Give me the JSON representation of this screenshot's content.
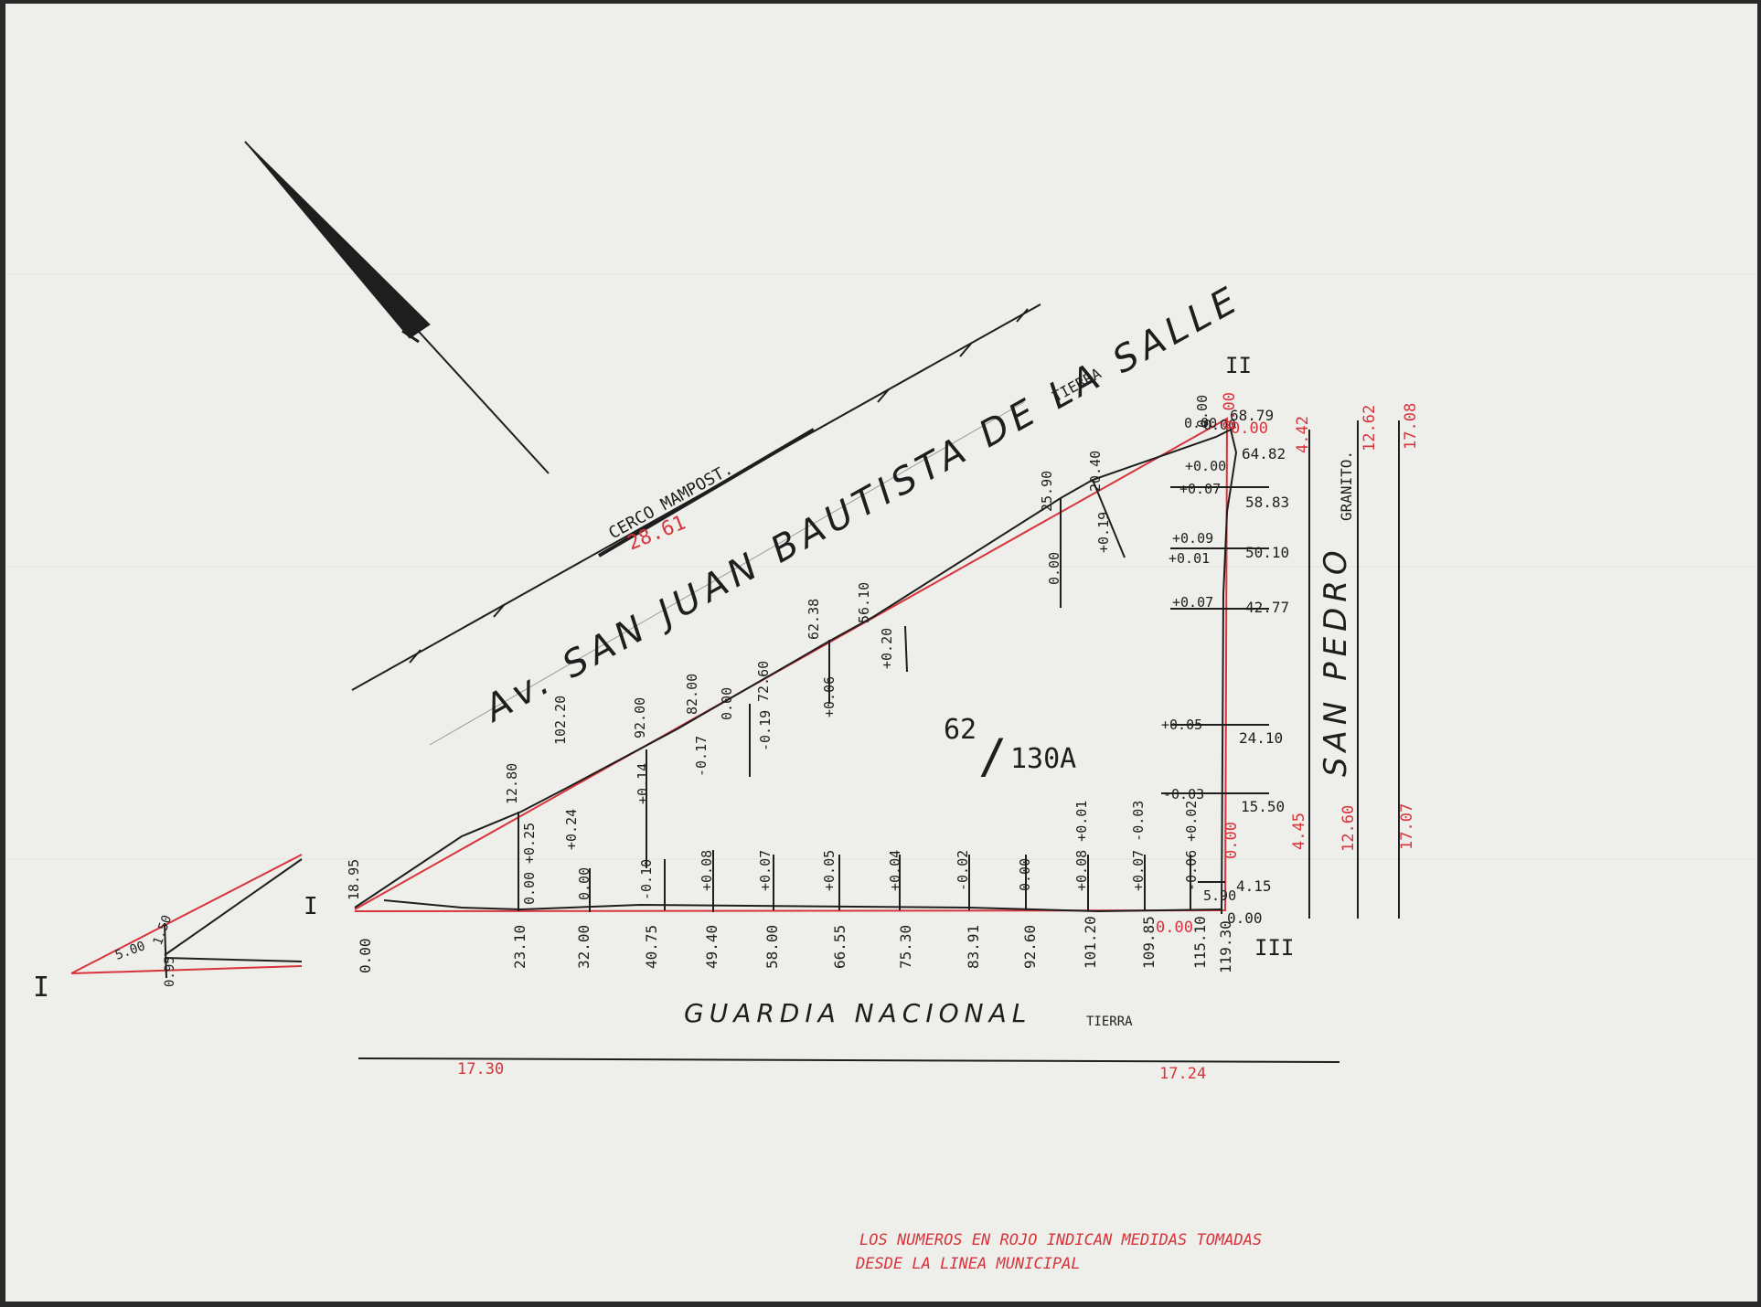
{
  "colors": {
    "paper": "#eeeeea",
    "ink": "#1e1e1e",
    "red": "#d8343c"
  },
  "streets": {
    "avenue": "Av.  SAN JUAN BAUTISTA DE LA SALLE",
    "avenue_surface": "TIERRA",
    "fence": "CERCO MAMPOST.",
    "fence_length": "28.61",
    "bottom": "GUARDIA NACIONAL",
    "bottom_surface": "TIERRA",
    "right": "SAN PEDRO",
    "right_surface": "GRANITO."
  },
  "lot": {
    "number": "62",
    "suffix": "130A"
  },
  "vertices": {
    "v1": "I",
    "v2": "II",
    "v3": "III",
    "v1_inset": "I"
  },
  "bottom_stations": [
    "0.00",
    "23.10",
    "32.00",
    "40.75",
    "49.40",
    "58.00",
    "66.55",
    "75.30",
    "83.91",
    "92.60",
    "101.20",
    "109.85",
    "115.10",
    "119.30"
  ],
  "bottom_offsets": [
    "0.00",
    "0.00",
    "-0.10",
    "+0.08",
    "+0.07",
    "+0.05",
    "+0.04",
    "-0.02",
    "0.00",
    "+0.08 +0.01",
    "+0.07 -0.03",
    "-0.06 +0.02"
  ],
  "diag_stations": [
    "18.95",
    "12.80",
    "102.20",
    "92.00",
    "82.00",
    "72.60",
    "62.38",
    "56.10",
    "25.90",
    "20.40",
    "0.00"
  ],
  "diag_offsets": [
    "+0.25",
    "+0.24",
    "+0.14",
    "-0.17",
    "-0.19",
    "+0.06",
    "+0.20",
    "0.00",
    "+0.19",
    "0.00"
  ],
  "right_stations": [
    "68.79",
    "64.82",
    "58.83",
    "50.10",
    "42.77",
    "24.10",
    "15.50",
    "4.15",
    "0.00"
  ],
  "right_offsets": [
    "+0.00",
    "+0.07",
    "+0.09",
    "+0.01",
    "+0.07",
    "+0.05",
    "-0.03",
    "5.90",
    "0.00",
    "0.00"
  ],
  "red_numbers": [
    "17.30",
    "17.24",
    "4.42",
    "4.45",
    "12.62",
    "12.60",
    "17.08",
    "17.07",
    "0.00",
    "0.00",
    "0.00",
    "0.00"
  ],
  "inset": {
    "a": "5.00",
    "b": "1.50",
    "c": "0.95"
  },
  "note": [
    "LOS NUMEROS EN ROJO INDICAN MEDIDAS TOMADAS",
    "DESDE LA LINEA MUNICIPAL"
  ]
}
